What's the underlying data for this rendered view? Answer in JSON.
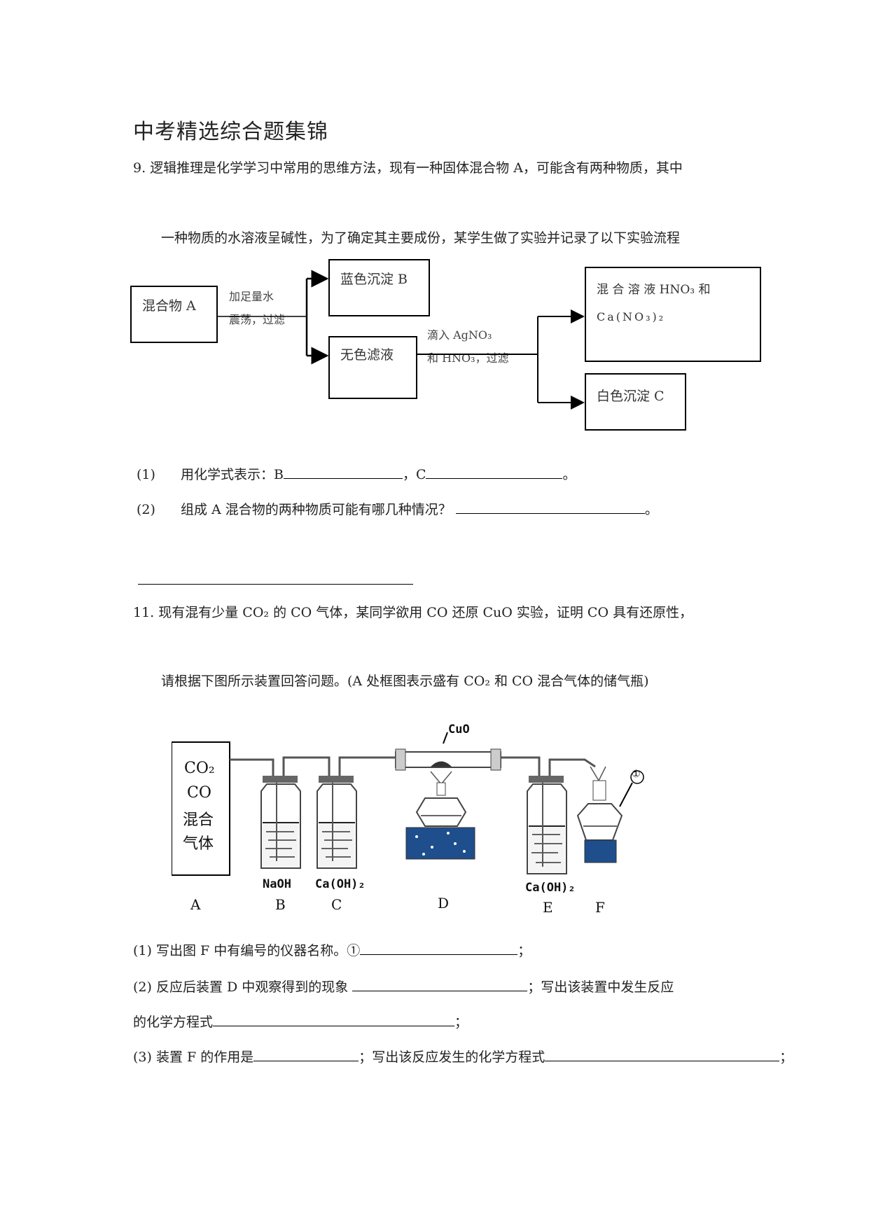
{
  "title": "中考精选综合题集锦",
  "q9": {
    "line1": "9. 逻辑推理是化学学习中常用的思维方法，现有一种固体混合物 A，可能含有两种物质，其中",
    "line2": "一种物质的水溶液呈碱性，为了确定其主要成份，某学生做了实验并记录了以下实验流程",
    "flow": {
      "box_a": "混合物 A",
      "step1_line1": "加足量水",
      "step1_line2": "震荡，过滤",
      "box_b": "蓝色沉淀 B",
      "box_filtrate": "无色滤液",
      "step2_line1": "滴入 AgNO₃",
      "step2_line2": "和 HNO₃，过滤",
      "box_mixed_line1": "混 合 溶 液  HNO₃  和",
      "box_mixed_line2": "Ca(NO₃)₂",
      "box_c": "白色沉淀 C"
    },
    "sub1_num": "(1)",
    "sub1_text": "用化学式表示：B",
    "sub1_sep": "，C",
    "sub1_end": "。",
    "sub2_num": "(2)",
    "sub2_text": "组成 A 混合物的两种物质可能有哪几种情况？",
    "sub2_end": "。"
  },
  "q11": {
    "line1": "11. 现有混有少量 CO₂ 的 CO 气体，某同学欲用 CO 还原 CuO 实验，证明 CO 具有还原性，",
    "line2": "请根据下图所示装置回答问题。(A 处框图表示盛有 CO₂ 和 CO 混合气体的储气瓶)",
    "apparatus": {
      "box_a_lines": [
        "CO₂",
        "CO",
        "混合",
        "气体"
      ],
      "cuo_label": "CuO",
      "circle_label": "①",
      "reagents": {
        "b": "NaOH",
        "c": "Ca(OH)₂",
        "e": "Ca(OH)₂"
      },
      "letters": [
        "A",
        "B",
        "C",
        "D",
        "E",
        "F"
      ]
    },
    "sub1": "(1) 写出图 F 中有编号的仪器名称。①",
    "sub1_end": "；",
    "sub2": "(2) 反应后装置 D 中观察得到的现象",
    "sub2_mid": "；写出该装置中发生反应",
    "sub2_cont": "的化学方程式",
    "sub2_end": "；",
    "sub3": "(3) 装置 F 的作用是",
    "sub3_mid": "；写出该反应发生的化学方程式",
    "sub3_end": "；"
  },
  "colors": {
    "flame_base": "#1f4e8c"
  }
}
